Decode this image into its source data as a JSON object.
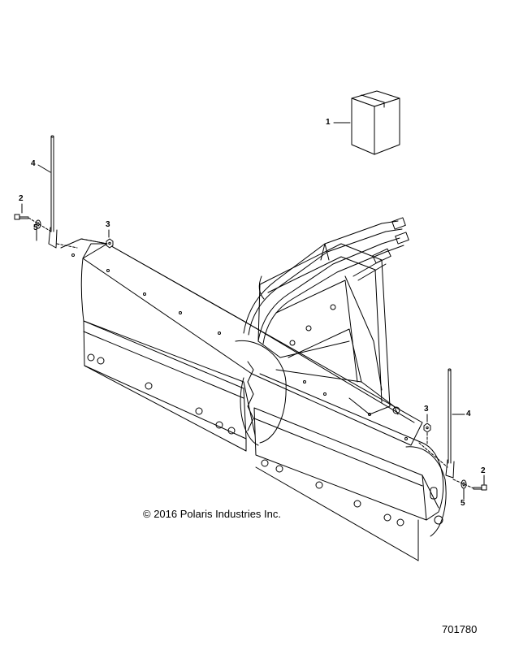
{
  "diagram": {
    "callouts": [
      "1",
      "2",
      "3",
      "4",
      "5"
    ],
    "copyright": "© 2016 Polaris Industries Inc.",
    "figure_number": "701780"
  }
}
